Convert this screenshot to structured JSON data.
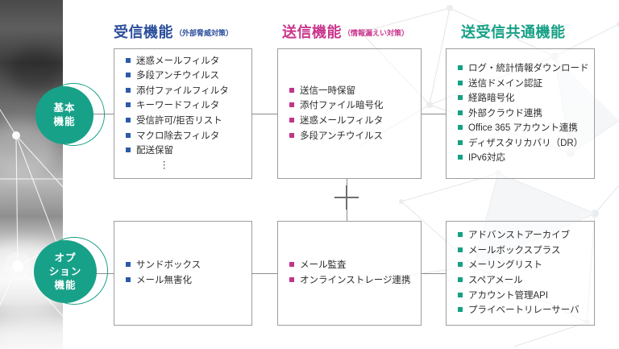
{
  "columns": {
    "receive": {
      "title": "受信機能",
      "subtitle": "（外部脅威対策）",
      "color": "#2b4e9b",
      "bullet_color": "#2b5aa8"
    },
    "send": {
      "title": "送信機能",
      "subtitle": "（情報漏えい対策）",
      "color": "#c9368c",
      "bullet_color": "#c0358a"
    },
    "common": {
      "title": "送受信共通機能",
      "subtitle": "",
      "color": "#16a085",
      "bullet_color": "#16a085"
    }
  },
  "groups": {
    "basic": {
      "label": "基本\n機能",
      "label_lines": [
        "基本",
        "機能"
      ]
    },
    "option": {
      "label": "オプション機能",
      "label_lines": [
        "オプ",
        "ション",
        "機能"
      ]
    }
  },
  "boxes": {
    "basic_receive": {
      "items": [
        "迷惑メールフィルタ",
        "多段アンチウイルス",
        "添付ファイルフィルタ",
        "キーワードフィルタ",
        "受信許可/拒否リスト",
        "マクロ除去フィルタ",
        "配送保留"
      ],
      "trailing": "︙"
    },
    "basic_send": {
      "items": [
        "送信一時保留",
        "添付ファイル暗号化",
        "迷惑メールフィルタ",
        "多段アンチウイルス"
      ]
    },
    "basic_common": {
      "items": [
        "ログ・統計情報ダウンロード",
        "送信ドメイン認証",
        "経路暗号化",
        "外部クラウド連携",
        "Office 365 アカウント連携",
        "ディザスタリカバリ（DR）",
        "IPv6対応"
      ]
    },
    "option_receive": {
      "items": [
        "サンドボックス",
        "メール無害化"
      ]
    },
    "option_send": {
      "items": [
        "メール監査",
        "オンラインストレージ連携"
      ]
    },
    "option_common": {
      "items": [
        "アドバンストアーカイブ",
        "メールボックスプラス",
        "メーリングリスト",
        "スペアメール",
        "アカウント管理API",
        "プライベートリレーサーバ"
      ]
    }
  },
  "connector": {
    "plus_symbol": "+"
  }
}
